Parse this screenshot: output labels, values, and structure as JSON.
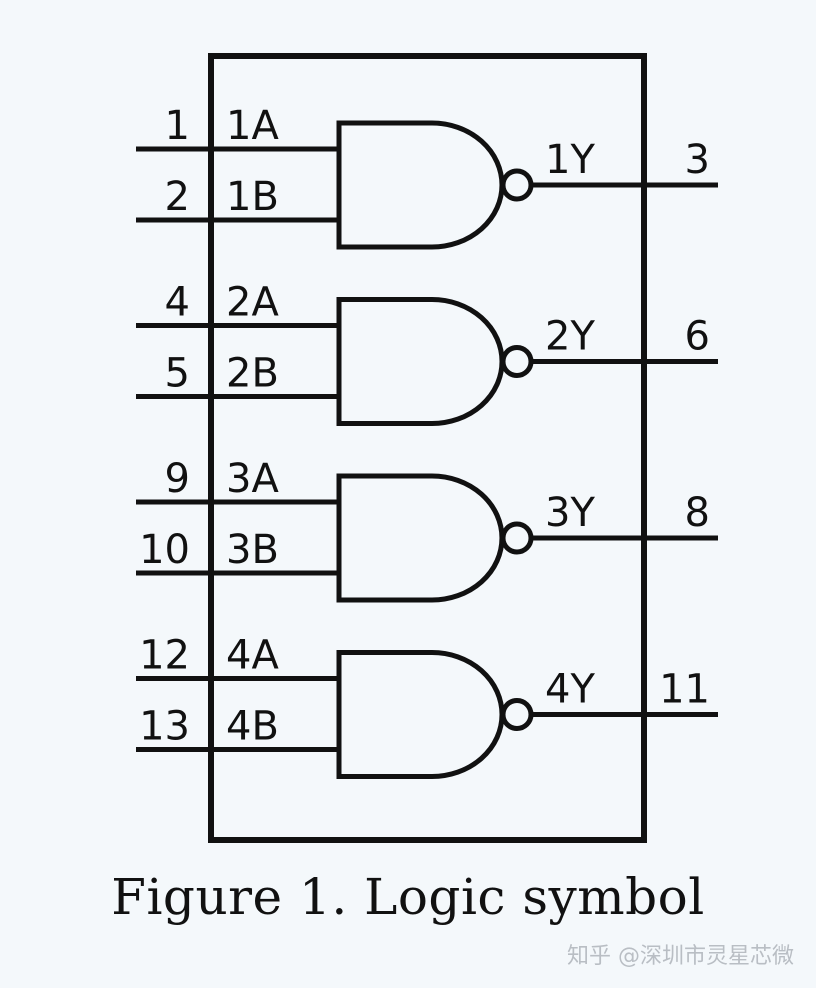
{
  "caption": "Figure 1. Logic symbol",
  "watermark": "知乎 @深圳市灵星芯微",
  "gates": [
    {
      "id": "1",
      "in_a": {
        "pin": "1",
        "name": "1A"
      },
      "in_b": {
        "pin": "2",
        "name": "1B"
      },
      "out": {
        "pin": "3",
        "name": "1Y"
      }
    },
    {
      "id": "2",
      "in_a": {
        "pin": "4",
        "name": "2A"
      },
      "in_b": {
        "pin": "5",
        "name": "2B"
      },
      "out": {
        "pin": "6",
        "name": "2Y"
      }
    },
    {
      "id": "3",
      "in_a": {
        "pin": "9",
        "name": "3A"
      },
      "in_b": {
        "pin": "10",
        "name": "3B"
      },
      "out": {
        "pin": "8",
        "name": "3Y"
      }
    },
    {
      "id": "4",
      "in_a": {
        "pin": "12",
        "name": "4A"
      },
      "in_b": {
        "pin": "13",
        "name": "4B"
      },
      "out": {
        "pin": "11",
        "name": "4Y"
      }
    }
  ]
}
